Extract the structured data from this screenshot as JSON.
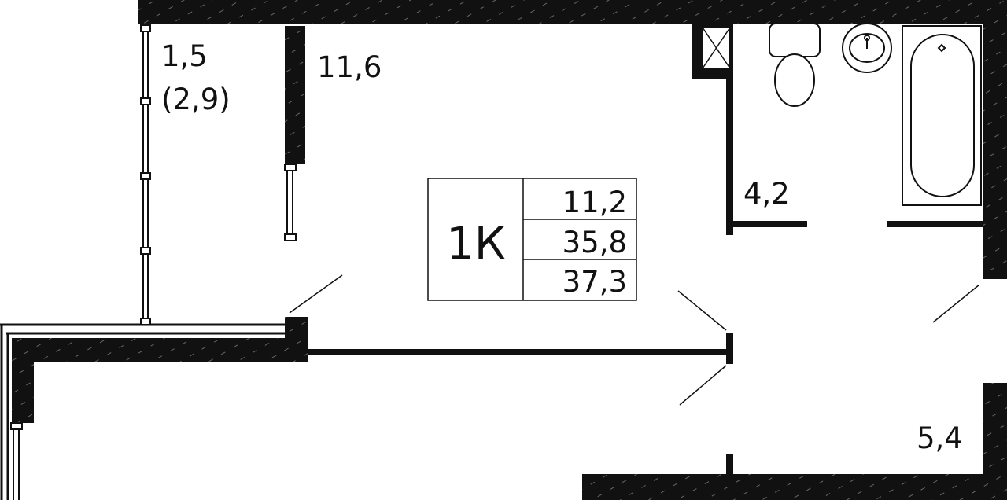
{
  "apartment_type": "1К",
  "summary": {
    "living_area": "11,2",
    "total_area": "35,8",
    "total_area_with_balcony": "37,3"
  },
  "rooms": {
    "balcony_area": "1,5",
    "balcony_area_full": "(2,9)",
    "living_room_area": "11,6",
    "bathroom_area": "4,2",
    "hallway_area": "5,4"
  },
  "colors": {
    "wall": "#111111",
    "background": "#ffffff"
  },
  "icons": [
    "shaft-icon",
    "toilet-icon",
    "sink-icon",
    "bathtub-icon"
  ]
}
